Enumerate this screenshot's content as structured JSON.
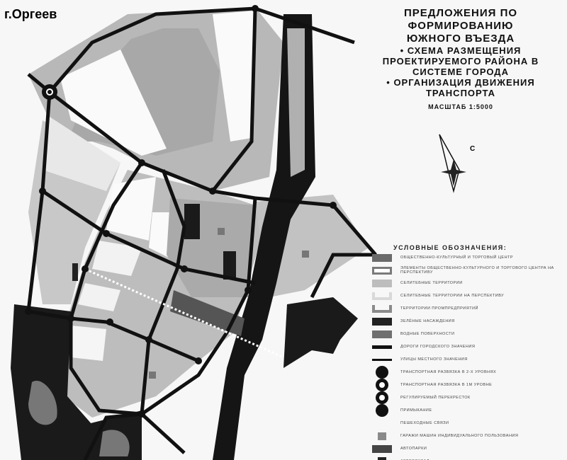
{
  "city_label": "г.Оргеев",
  "title": {
    "lines": [
      "ПРЕДЛОЖЕНИЯ ПО",
      "ФОРМИРОВАНИЮ",
      "ЮЖНОГО ВЪЕЗДА"
    ],
    "bullet1": "• СХЕМА РАЗМЕЩЕНИЯ ПРОЕКТИРУЕМОГО РАЙОНА В СИСТЕМЕ ГОРОДА",
    "bullet2": "• ОРГАНИЗАЦИЯ ДВИЖЕНИЯ ТРАНСПОРТА",
    "scale": "МАСШТАБ 1:5000"
  },
  "compass": {
    "north_label": "С"
  },
  "legend": {
    "title": "УСЛОВНЫЕ ОБОЗНАЧЕНИЯ:",
    "items": [
      {
        "label": "общественно-культурный и торговый центр",
        "swatch": "#6a6a6a"
      },
      {
        "label": "элементы общественно-культурного и торгового центра на перспективу",
        "swatch": "#7a7a7a"
      },
      {
        "label": "селитебные территории",
        "swatch": "#bdbdbd"
      },
      {
        "label": "селитебные территории на перспективу",
        "swatch": "#d9d9d9"
      },
      {
        "label": "территории промпредприятий",
        "swatch": "#8a8a8a"
      },
      {
        "label": "зелёные насаждения",
        "swatch": "#222222"
      },
      {
        "label": "водные поверхности",
        "swatch": "#707070"
      },
      {
        "label": "дороги городского значения",
        "swatch": "#111111"
      },
      {
        "label": "улицы местного значения",
        "swatch": "#111111"
      },
      {
        "label": "транспортная развязка в 2-х уровнях",
        "swatch": "#111111"
      },
      {
        "label": "транспортная развязка в 1м уровне",
        "swatch": "#111111"
      },
      {
        "label": "регулируемый перекресток",
        "swatch": "#111111"
      },
      {
        "label": "примыкание",
        "swatch": "#111111"
      },
      {
        "label": "пешеходные связи",
        "swatch": "#eeeeee"
      },
      {
        "label": "гаражи машин индивидуального пользования",
        "swatch": "#8a8a8a"
      },
      {
        "label": "автопарки",
        "swatch": "#444444"
      },
      {
        "label": "автовокзал",
        "swatch": "#222222"
      }
    ]
  }
}
